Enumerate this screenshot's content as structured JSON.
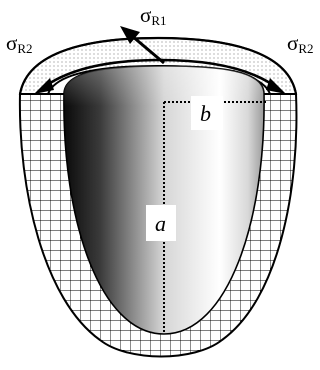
{
  "labels": {
    "sigma_r1": {
      "symbol": "σ",
      "subscript": "R1"
    },
    "sigma_r2_left": {
      "symbol": "σ",
      "subscript": "R2"
    },
    "sigma_r2_right": {
      "symbol": "σ",
      "subscript": "R2"
    },
    "semi_axis_long": "a",
    "semi_axis_short": "b"
  },
  "colors": {
    "outline": "#000000",
    "grid_line": "#000000",
    "wall_fill": "#ffffff",
    "top_band_dots": "#888888",
    "cavity_dark": "#0a0a0a",
    "cavity_light": "#ffffff"
  }
}
